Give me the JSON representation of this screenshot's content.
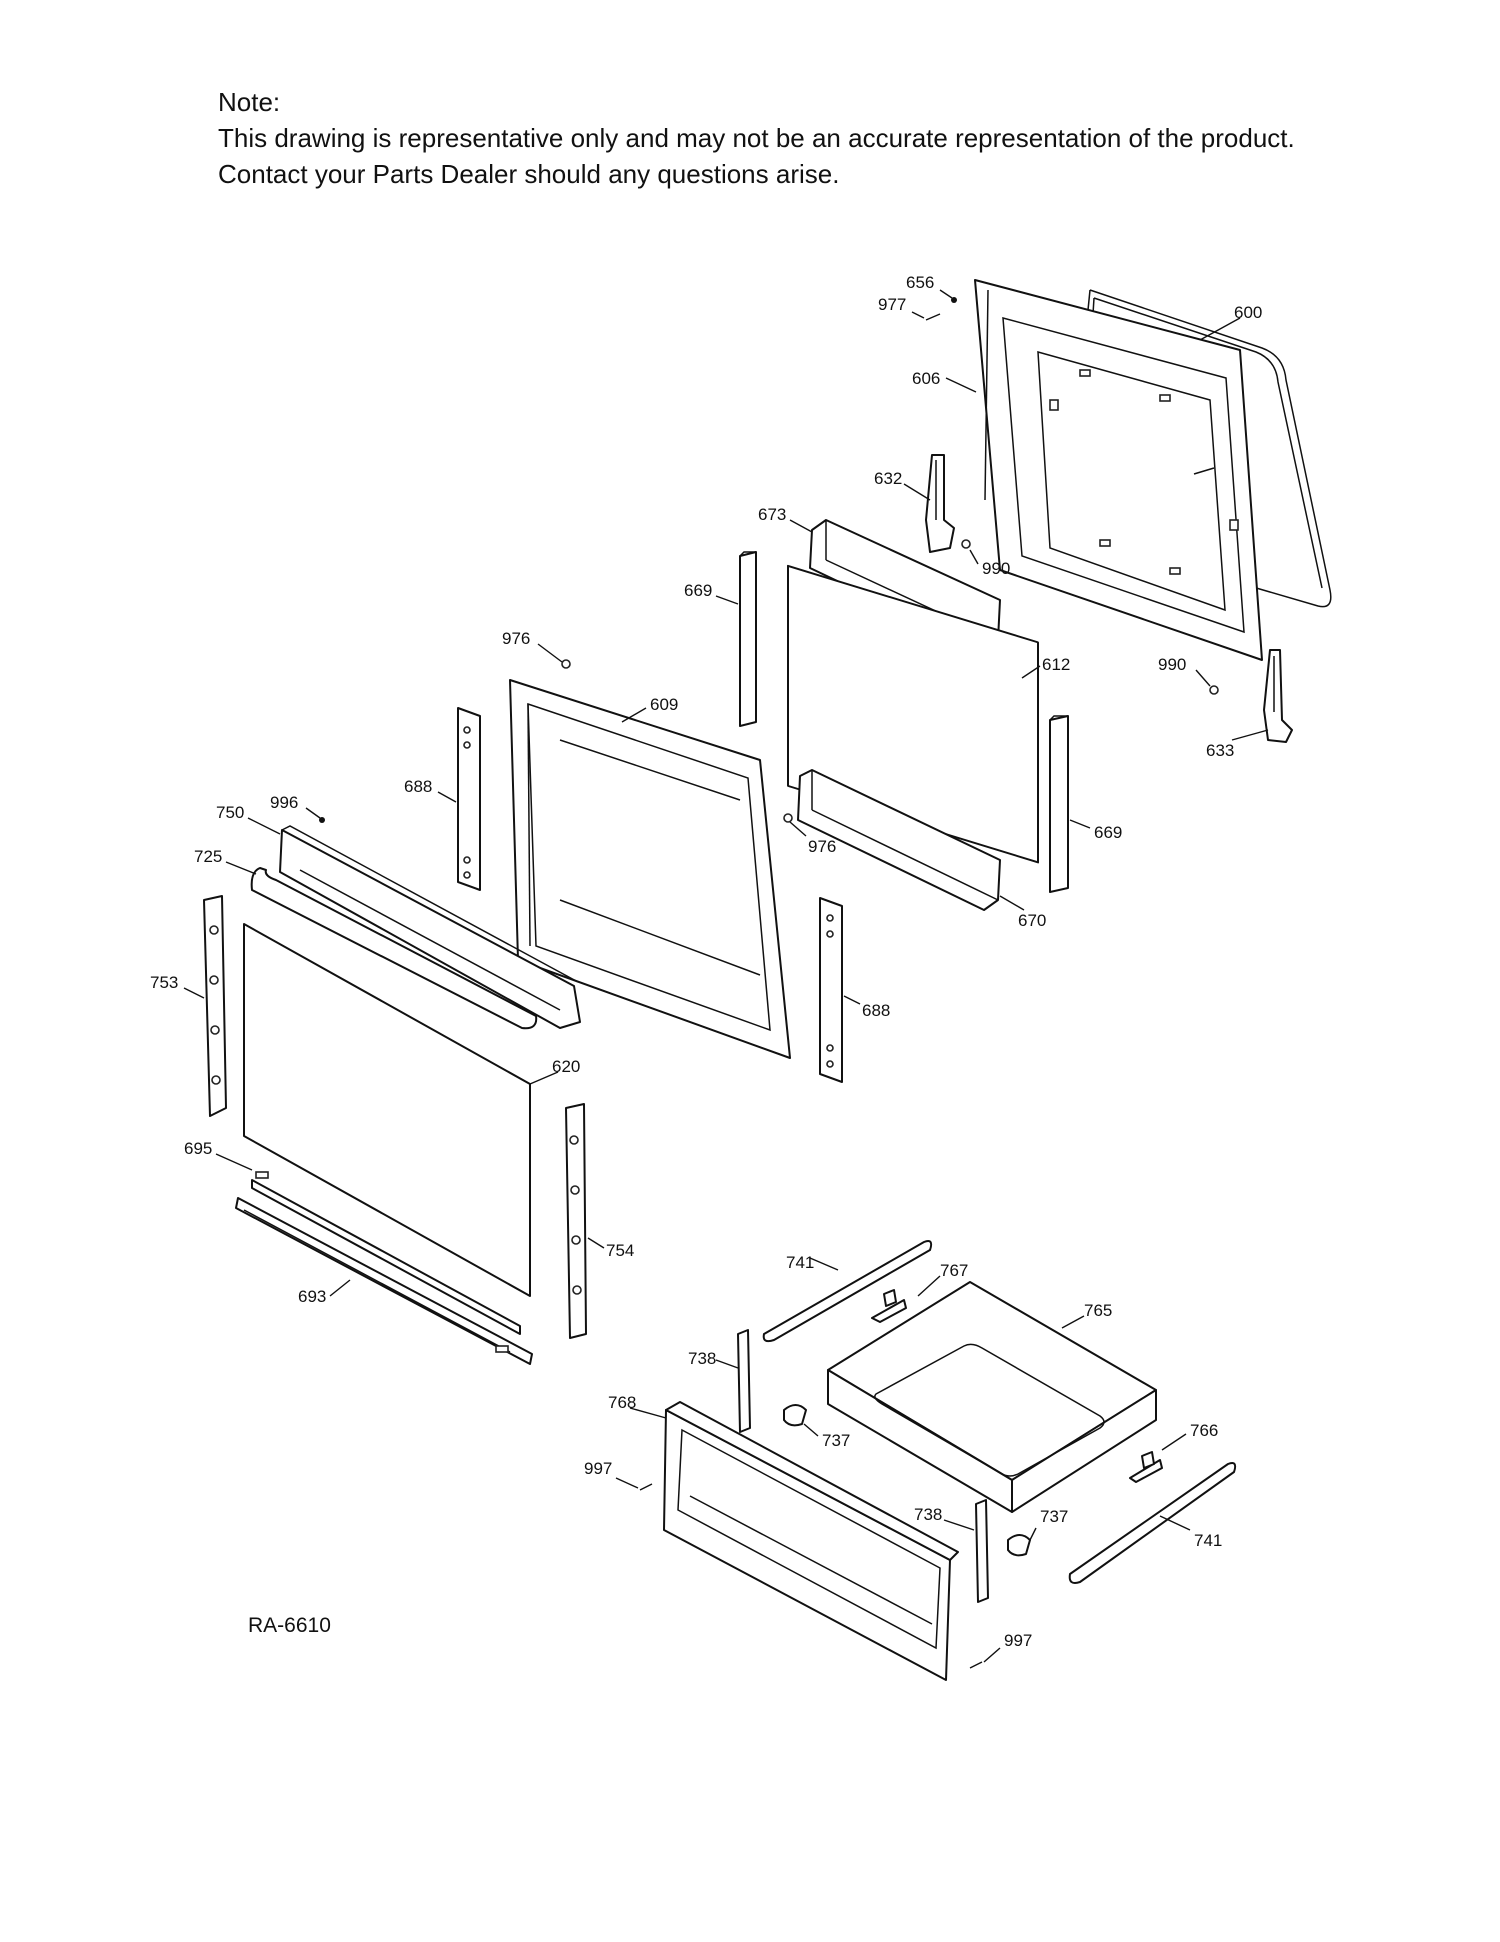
{
  "note": {
    "heading": "Note:",
    "line1": "This drawing is representative only and may not be an accurate representation of the product.",
    "line2": "Contact your Parts Dealer should any questions arise."
  },
  "reference_code": "RA-6610",
  "parts": [
    {
      "id": "656",
      "label": "656"
    },
    {
      "id": "977",
      "label": "977"
    },
    {
      "id": "600",
      "label": "600"
    },
    {
      "id": "606",
      "label": "606"
    },
    {
      "id": "632",
      "label": "632"
    },
    {
      "id": "673",
      "label": "673"
    },
    {
      "id": "990a",
      "label": "990"
    },
    {
      "id": "669a",
      "label": "669"
    },
    {
      "id": "976a",
      "label": "976"
    },
    {
      "id": "612",
      "label": "612"
    },
    {
      "id": "990b",
      "label": "990"
    },
    {
      "id": "609",
      "label": "609"
    },
    {
      "id": "633",
      "label": "633"
    },
    {
      "id": "688a",
      "label": "688"
    },
    {
      "id": "996",
      "label": "996"
    },
    {
      "id": "750",
      "label": "750"
    },
    {
      "id": "976b",
      "label": "976"
    },
    {
      "id": "669b",
      "label": "669"
    },
    {
      "id": "725",
      "label": "725"
    },
    {
      "id": "670",
      "label": "670"
    },
    {
      "id": "753",
      "label": "753"
    },
    {
      "id": "688b",
      "label": "688"
    },
    {
      "id": "620",
      "label": "620"
    },
    {
      "id": "695",
      "label": "695"
    },
    {
      "id": "754",
      "label": "754"
    },
    {
      "id": "741a",
      "label": "741"
    },
    {
      "id": "693",
      "label": "693"
    },
    {
      "id": "767",
      "label": "767"
    },
    {
      "id": "765",
      "label": "765"
    },
    {
      "id": "738a",
      "label": "738"
    },
    {
      "id": "768",
      "label": "768"
    },
    {
      "id": "737a",
      "label": "737"
    },
    {
      "id": "766",
      "label": "766"
    },
    {
      "id": "997a",
      "label": "997"
    },
    {
      "id": "738b",
      "label": "738"
    },
    {
      "id": "737b",
      "label": "737"
    },
    {
      "id": "741b",
      "label": "741"
    },
    {
      "id": "997b",
      "label": "997"
    }
  ]
}
